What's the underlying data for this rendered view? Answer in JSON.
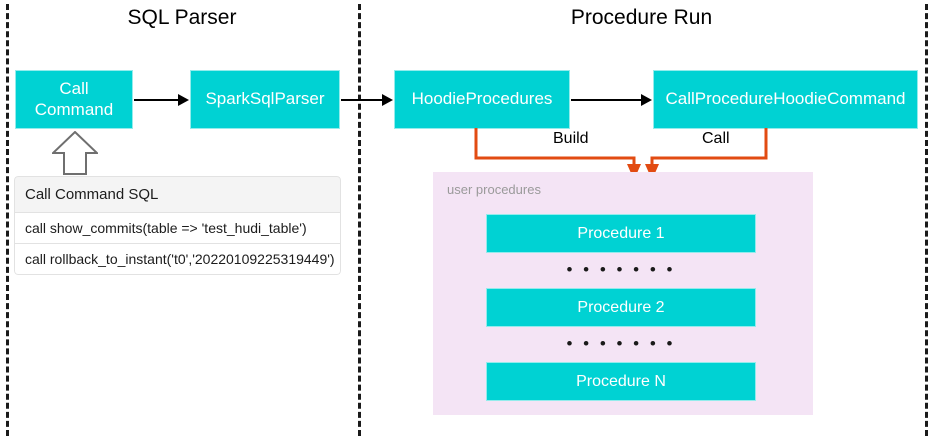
{
  "diagram": {
    "sections": [
      {
        "id": "sql-parser",
        "title": "SQL Parser"
      },
      {
        "id": "procedure-run",
        "title": "Procedure Run"
      }
    ],
    "nodes": [
      {
        "id": "call-command",
        "label": "Call\nCommand"
      },
      {
        "id": "spark-sql-parser",
        "label": "SparkSqlParser"
      },
      {
        "id": "hoodie-procedures",
        "label": "HoodieProcedures"
      },
      {
        "id": "call-procedure",
        "label": "CallProcedureHoodieCommand"
      }
    ],
    "node_labels": {
      "call_command_line1": "Call",
      "call_command_line2": "Command",
      "spark_sql_parser": "SparkSqlParser",
      "hoodie_procedures": "HoodieProcedures",
      "call_procedure_hoodie_command": "CallProcedureHoodieCommand"
    },
    "connector_labels": {
      "build": "Build",
      "call": "Call"
    },
    "sql_table": {
      "header": "Call Command SQL",
      "rows": [
        "call show_commits(table => 'test_hudi_table')",
        "call rollback_to_instant('t0','20220109225319449')"
      ]
    },
    "user_procedures": {
      "label": "user procedures",
      "items": [
        {
          "label": "Procedure 1"
        },
        {
          "label": "Procedure 2"
        },
        {
          "label": "Procedure N"
        }
      ],
      "separator": "• • • • • • •"
    },
    "colors": {
      "node_fill": "#00D2D3",
      "node_border": "#93ECEC",
      "node_text": "#FFFFFF",
      "panel_fill": "#F4E4F5",
      "panel_label_text": "#9A9A9A",
      "connector_orange": "#E24B12",
      "arrow_black": "#000000",
      "divider_dash": "#1A1A1A",
      "sql_header_fill": "#F4F4F4",
      "sql_border": "#E2E2E2",
      "background": "#FFFFFF"
    }
  }
}
